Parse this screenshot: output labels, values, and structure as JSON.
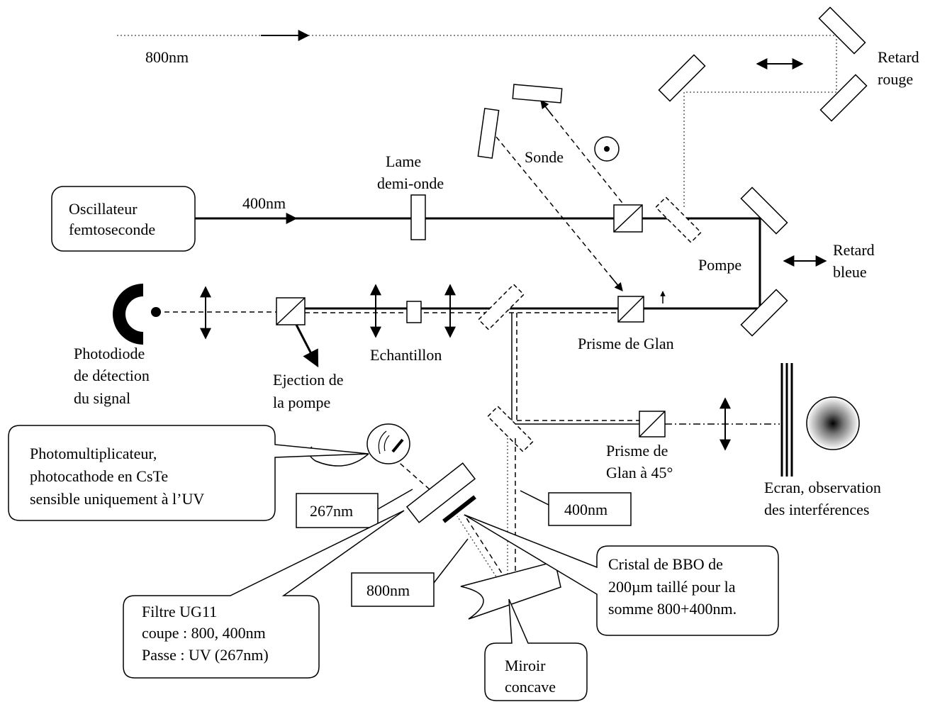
{
  "labels": {
    "top_800nm": "800nm",
    "red_delay_1": "Retard",
    "red_delay_2": "rouge",
    "probe": "Sonde",
    "half_wave_1": "Lame",
    "half_wave_2": "demi-onde",
    "main_400nm": "400nm",
    "oscillator_1": "Oscillateur",
    "oscillator_2": "femtoseconde",
    "pump": "Pompe",
    "blue_delay_1": "Retard",
    "blue_delay_2": "bleue",
    "glan_prism": "Prisme de Glan",
    "sample": "Echantillon",
    "photodiode_1": "Photodiode",
    "photodiode_2": "de détection",
    "photodiode_3": "du signal",
    "ejection_1": "Ejection de",
    "ejection_2": "la pompe",
    "glan45_1": "Prisme de",
    "glan45_2": "Glan à 45°",
    "screen_1": "Ecran, observation",
    "screen_2": "des interférences",
    "pm_1": "Photomultiplicateur,",
    "pm_2": "photocathode en CsTe",
    "pm_3": "sensible uniquement à l’UV",
    "nm267": "267nm",
    "nm400": "400nm",
    "nm800": "800nm",
    "bbo_1": "Cristal de BBO de",
    "bbo_2": "200µm taillé pour la",
    "bbo_3": "somme 800+400nm.",
    "filter_1": "Filtre UG11",
    "filter_2": "coupe : 800, 400nm",
    "filter_3": "Passe : UV (267nm)",
    "mirror_1": "Miroir",
    "mirror_2": "concave"
  }
}
